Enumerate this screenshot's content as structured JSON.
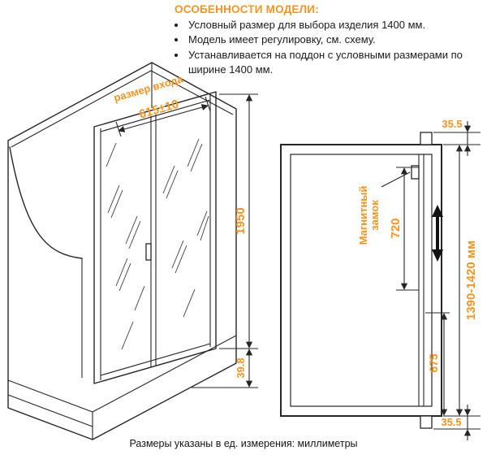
{
  "colors": {
    "accent": "#F7941E",
    "line": "#26262a"
  },
  "header": {
    "title": "ОСОБЕННОСТИ МОДЕЛИ:",
    "bullets": [
      "Условный размер для выбора изделия 1400 мм.",
      "Модель имеет регулировку, см. схему.",
      "Устанавливается на поддон с условными размерами по ширине 1400 мм."
    ]
  },
  "left_view": {
    "entry_label": "размер входа",
    "dim_width": "615±10",
    "dim_height": "1950",
    "dim_tray": "39.8"
  },
  "right_view": {
    "dim_top_bracket": "35.5",
    "magnet_label_lines": [
      "Магнитный",
      "замок"
    ],
    "dim_magnet": "720",
    "dim_range": "1390-1420 мм",
    "dim_lower": "675",
    "dim_bottom_bracket": "35.5"
  },
  "footer": {
    "note": "Размеры указаны в ед. измерения: миллиметры"
  }
}
